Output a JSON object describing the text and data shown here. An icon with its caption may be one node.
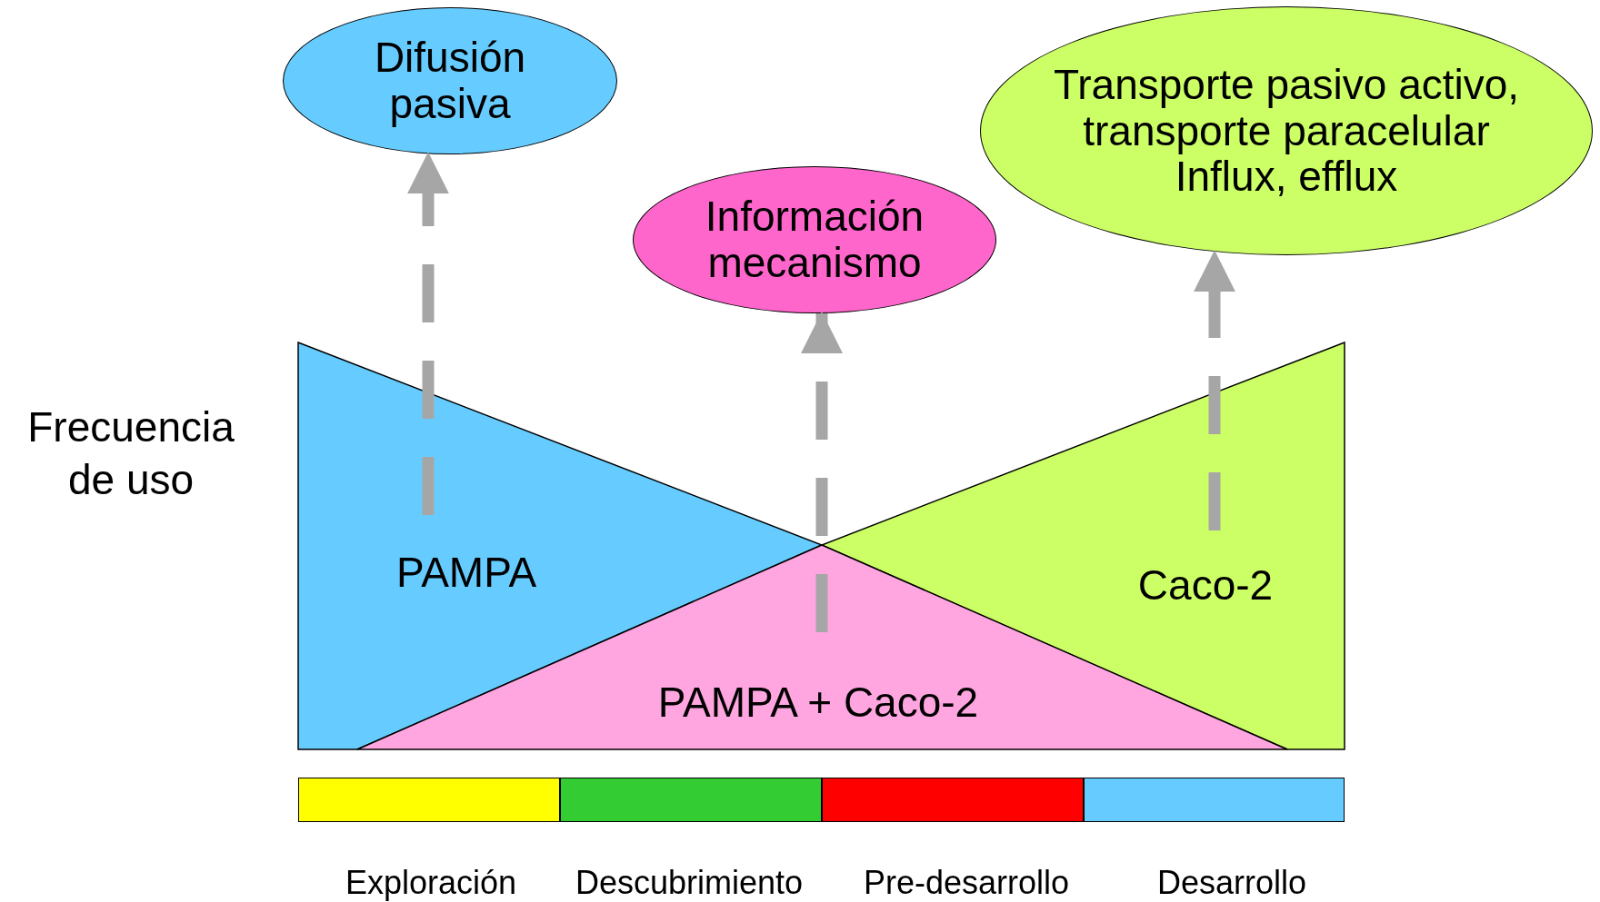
{
  "diagram": {
    "nodes": [
      {
        "text": [
          "Difusión pasiva"
        ]
      },
      {
        "text": [
          "Transporte pasivo activo, transporte paracelular Influx, efflux"
        ]
      },
      {
        "text": [
          "Información mecanismo"
        ]
      },
      {
        "text": [
          "PAMPA"
        ]
      },
      {
        "text": [
          "Caco-2"
        ]
      },
      {
        "text": [
          "PAMPA + Caco-2"
        ]
      },
      {
        "text": [],
        "shape": "bar",
        "beside": [
          "Exploración"
        ]
      },
      {
        "text": [],
        "shape": "bar",
        "beside": [
          "Descubrimiento"
        ]
      },
      {
        "text": [],
        "shape": "bar",
        "beside": [
          "Pre-desarrollo"
        ]
      },
      {
        "text": [],
        "shape": "bar",
        "beside": [
          "Desarrollo"
        ]
      }
    ],
    "edges": [
      {
        "from": 3,
        "to": 0,
        "arrow": "to",
        "style": "dashed"
      },
      {
        "from": 5,
        "to": 2,
        "arrow": "to",
        "style": "dashed"
      },
      {
        "from": 4,
        "to": 1,
        "arrow": "to",
        "style": "dashed"
      }
    ],
    "labels": [
      "Frecuencia de uso"
    ]
  }
}
